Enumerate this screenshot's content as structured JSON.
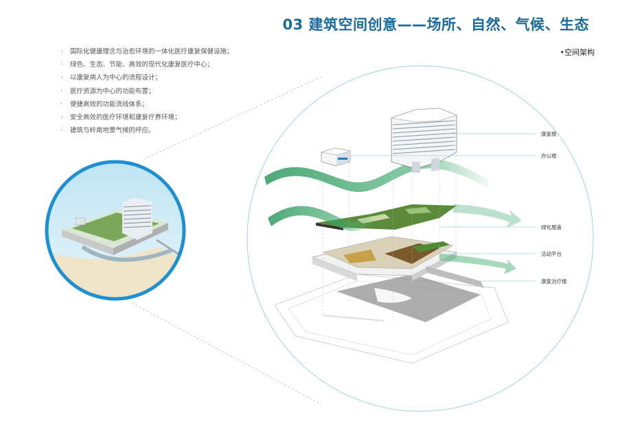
{
  "header": {
    "title": "03 建筑空间创意——场所、自然、气候、生态",
    "subtitle": "•空间架构"
  },
  "bullets": [
    "国际化健康理念与治愈环境的一体化医疗康复保健设施；",
    "绿色、生态、节能、高效的现代化康复医疗中心；",
    "以康复病人为中心的流程设计；",
    "医疗资源为中心的功能布置；",
    "便捷高效的功能流线体系；",
    "安全高效的医疗环境和康复疗养环境；",
    "建筑与岭南地景气候的呼应。"
  ],
  "labels": {
    "rehab_tower": "康复楼",
    "office": "办公楼",
    "green_roof": "绿化屋盖",
    "activity_platform": "活动平台",
    "treatment": "康复治疗楼"
  },
  "colors": {
    "title": "#1a6b9c",
    "circle_stroke": "#9fd0e0",
    "inset_ring": "#1e8fd1",
    "wave_green": "#2f9a60",
    "roof_green": "#5a8a3a"
  }
}
